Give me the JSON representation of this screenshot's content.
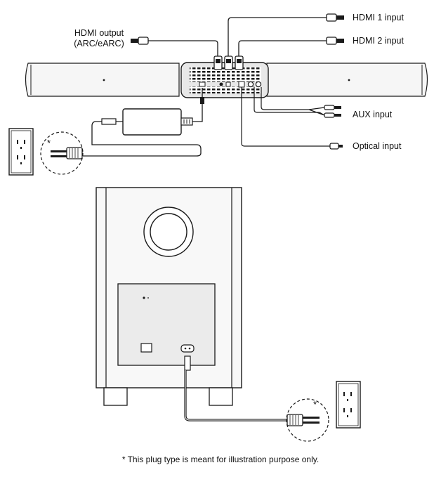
{
  "labels": {
    "hdmi_output_line1": "HDMI output",
    "hdmi_output_line2": "(ARC/eARC)",
    "hdmi1_input": "HDMI 1 input",
    "hdmi2_input": "HDMI 2 input",
    "aux_input": "AUX input",
    "optical_input": "Optical input",
    "asterisk_top": "*",
    "asterisk_bottom": "*"
  },
  "footnote": "* This plug type is meant for illustration purpose only.",
  "colors": {
    "line": "#1a1a1a",
    "panel": "#e6e6e6",
    "bar_fill": "#f4f4f4"
  }
}
